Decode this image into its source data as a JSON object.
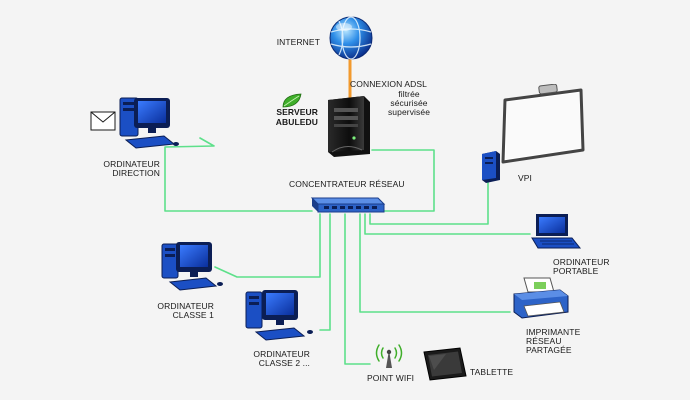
{
  "colors": {
    "background": "#f4f4f4",
    "link": "#5de08a",
    "adsl_link": "#f29a2e",
    "device_blue": "#1b4fc4",
    "device_dark": "#0b1e55"
  },
  "labels": {
    "internet": "INTERNET",
    "adsl_title": "CONNEXION ADSL",
    "adsl_line1": "filtrée",
    "adsl_line2": "sécurisée",
    "adsl_line3": "supervisée",
    "server_line1": "SERVEUR",
    "server_line2": "ABULEDU",
    "direction_line1": "ORDINATEUR",
    "direction_line2": "DIRECTION",
    "hub": "CONCENTRATEUR RÉSEAU",
    "vpi": "VPI",
    "portable_line1": "ORDINATEUR",
    "portable_line2": "PORTABLE",
    "classe1_line1": "ORDINATEUR",
    "classe1_line2": "CLASSE 1",
    "classe2_line1": "ORDINATEUR",
    "classe2_line2": "CLASSE 2 ...",
    "printer_line1": "IMPRIMANTE",
    "printer_line2": "RÉSEAU",
    "printer_line3": "PARTAGÉE",
    "wifi": "POINT WIFI",
    "tablet": "TABLETTE"
  },
  "icons": {
    "internet": "globe-icon",
    "server": "server-tower-icon",
    "server_badge": "leaf-icon",
    "direction_mail": "envelope-icon",
    "hub": "network-hub-icon",
    "whiteboard": "interactive-whiteboard-icon",
    "laptop": "laptop-icon",
    "printer": "printer-icon",
    "wifi": "wifi-antenna-icon",
    "tablet": "tablet-icon"
  }
}
